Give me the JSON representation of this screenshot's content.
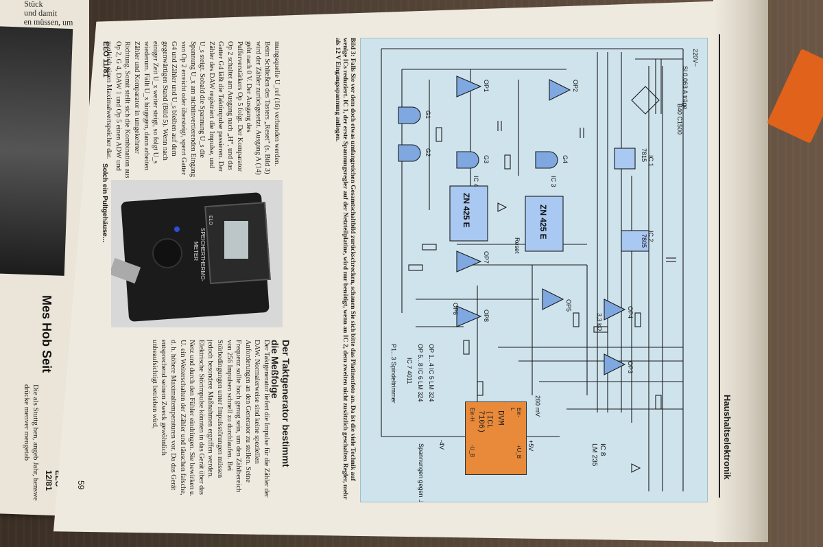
{
  "left_page": {
    "top_lines": [
      "Stück",
      "und damit",
      "en müssen, um"
    ],
    "bold_heading": [
      "Mes",
      "Hob",
      "Seit"
    ],
    "lines": [
      "Die",
      "als",
      "Stuttg",
      "hen,",
      "angeb",
      "Jahr,",
      "henswe",
      "drücke",
      "menver",
      "mengetab"
    ],
    "footer": "ELO 12/81"
  },
  "header": {
    "section_title": "Haushaltselektronik"
  },
  "caption": "Bild 3: Falls Sie vor dem doch etwas umfangreichen Gesamtschaltbild zurückschrecken, schauen Sie sich bitte das Platinenfoto an. Da ist die viele Technik auf wenige ICs reduziert. IC 1, der erste Spannungsregler auf der Netzteilplatine, wird nur benötigt, wenn an IC 2, dem zweiten nicht zusätzlich geschalten Regler, mehr als 12 V Eingangsspannung anliegen.",
  "body_col_1": "mungsquelle U_ref (16) verbunden werden. Beim Schließen des Tasters „Reset“ (s. Bild 3) wird der Zähler zurückgesetzt. Ausgang A (14) geht nach 0 V. Der Ausgang des Pufferverstärkers Op 5 folgt. Der Komparator Op 2 schaltet am Ausgang nach „H“, und das Gatter G4 läßt die Taktimpulse passieren. Der Zähler des DAW registriert die Impulse, und U_s steigt. Sobald die Spannung U_s die Spannung U_x am nichtinvertierenden Eingang von Op 2 erreicht oder übersteigt, sperrt Gatter G4 und Zähler und U_s bleiben auf dem gegenwärtigen Stand (Bild 5). Wenn nach einiger Zeit U_x weiter steigt, so folgt U_s wiederum. Fällt U_x hingegen, dann arbeiten Zähler und Komparator in umgekehrter Richtung. Somit stellt sich die Kombination aus Op 2, G 4, DAW 1 und Op 5 einen ADW und zugleich einen Maximalwertspeicher dar.",
  "body_col_1_footer": "ELO 11/81",
  "photo_caption": "Solch ein Pultgehäuse...",
  "device_labels": {
    "brand": "ELO",
    "line1": "SPEICHERTHERMO-",
    "line2": "METER"
  },
  "subheading": "Der Taktgenerator bestimmt die Meßfolge",
  "body_col_2": "Der Taktgenerator liefert die Impulse für die Zähler der DAW. Normalerweise sind keine speziellen Anforderungen an den Generator zu stellen. Seine Frequenz sollte hoch genug sein, um den Zählbereich von 256 Impulsen schnell zu durchlaufen. Bei Störbedingungen unter Impulsstörungen müssen jedoch besondere Maßnahmen ergriffen werden. Elektrische Störimpulse könnten in das Gerät über das Netz und durch den Fühler eindringen. Sie bewirken u. U. ein Weiterschalten der Zähler und täuschen falsche, d. h. höhere Maximaltemperaturen vor. Da das Gerät entsprechend seinem Zweck gewöhnlich unbeaufsichtigt betrieben wird,",
  "page_number": "59",
  "schematic": {
    "ic_labels": [
      "ZN 425 E",
      "ZN 425 E",
      "IC 3",
      "IC 4",
      "IC 1",
      "IC 2",
      "IC 8",
      "LM 235",
      "7815",
      "7805"
    ],
    "parts_list": [
      "OP 1...4  IC 5  LM 324",
      "OP 5...8  IC 6  LM 324",
      "IC 7  4011",
      "P1...3  Spindeltrimmer"
    ],
    "dvm": {
      "line1": "DVM",
      "line2": "(ICL 7106)",
      "pins": [
        "Ein-L",
        "Ein-H",
        "+U_B",
        "-U_B"
      ]
    },
    "notes": [
      "Spannungen gegen ⊥ gemessen",
      "+5V",
      "-4V",
      "260 mV",
      "Reset",
      "220V~",
      "Si 0,063 A träge",
      "B40 C1500",
      "3,3 kΩ"
    ],
    "opamps": [
      "OP1",
      "OP2",
      "OP3",
      "OP4",
      "OP5",
      "OP6",
      "OP7",
      "OP8"
    ],
    "gates": [
      "G1",
      "G2",
      "G3",
      "G4"
    ]
  }
}
